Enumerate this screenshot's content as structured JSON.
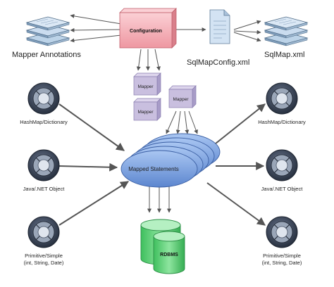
{
  "colors": {
    "configuration_fill": "#f7aeb6",
    "configuration_stroke": "#c0606c",
    "mapper_fill": "#c9bfdf",
    "mapper_stroke": "#8a7fb0",
    "statements_fill": "#7fa6e4",
    "statements_stroke": "#3b5fa3",
    "rdbms_fill": "#5fd07a",
    "rdbms_stroke": "#2c8f46",
    "arrow": "#555555",
    "node_ring": "#2f3a4a"
  },
  "labels": {
    "configuration": "Configuration",
    "mapper_annotations": "Mapper Annotations",
    "sqlmapconfig": "SqlMapConfig.xml",
    "sqlmap": "SqlMap.xml",
    "mapper_1": "Mapper",
    "mapper_2": "Mapper",
    "mapper_3": "Mapper",
    "mapped_statements": "Mapped Statements",
    "rdbms": "RDBMS"
  },
  "inputs": [
    {
      "lines": [
        "HashMap/Dictionary"
      ]
    },
    {
      "lines": [
        "Java/.NET Object"
      ]
    },
    {
      "lines": [
        "Primitive/Simple",
        "(int, String, Date)"
      ]
    }
  ],
  "outputs": [
    {
      "lines": [
        "HashMap/Dictionary"
      ]
    },
    {
      "lines": [
        "Java/.NET Object"
      ]
    },
    {
      "lines": [
        "Primitive/Simple",
        "(int, String, Date)"
      ]
    }
  ],
  "icons": {
    "stack": "document-stack-icon",
    "doc": "xml-document-icon",
    "node": "data-type-circle-icon",
    "db": "database-cylinder-icon"
  }
}
